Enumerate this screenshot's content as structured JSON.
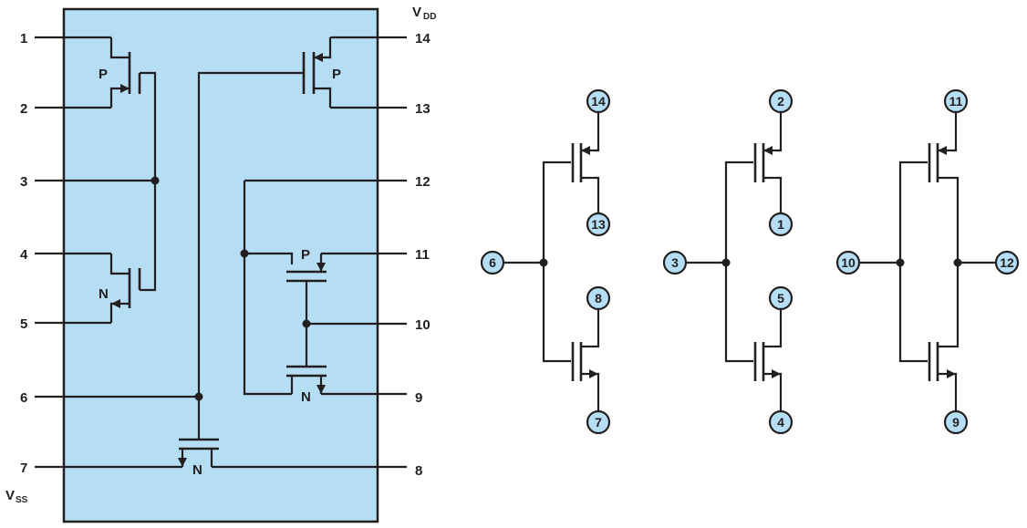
{
  "colors": {
    "chip_fill": "#b5ddf3",
    "node_fill": "#b5def4",
    "line": "#231f20"
  },
  "supply": {
    "vdd_main": "V",
    "vdd_sub": "DD",
    "vss_main": "V",
    "vss_sub": "SS"
  },
  "pins_left": [
    "1",
    "2",
    "3",
    "4",
    "5",
    "6",
    "7"
  ],
  "pins_right": [
    "14",
    "13",
    "12",
    "11",
    "10",
    "9",
    "8"
  ],
  "type_labels": {
    "p": "P",
    "n": "N"
  },
  "equiv_a": {
    "top": "14",
    "drain_top": "13",
    "gate": "6",
    "drain_bottom": "8",
    "bottom": "7"
  },
  "equiv_b": {
    "top": "2",
    "drain_top": "1",
    "gate": "3",
    "drain_bottom": "5",
    "bottom": "4"
  },
  "equiv_c": {
    "top": "11",
    "gate": "10",
    "out": "12",
    "bottom": "9"
  }
}
